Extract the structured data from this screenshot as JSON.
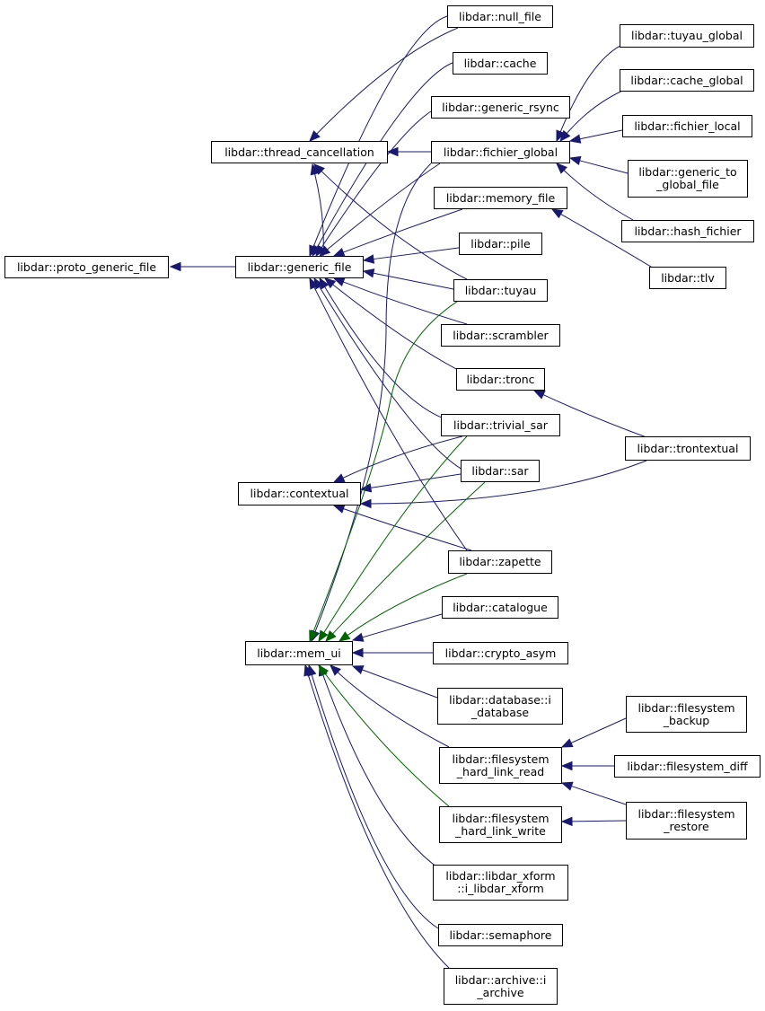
{
  "colors": {
    "inheritance_edge": "#191970",
    "usage_edge": "#006400",
    "node_border": "#000000",
    "background": "#ffffff"
  },
  "nodes": [
    {
      "id": "proto_generic_file",
      "lines": [
        "libdar::proto_generic_file"
      ]
    },
    {
      "id": "generic_file",
      "lines": [
        "libdar::generic_file"
      ]
    },
    {
      "id": "thread_cancellation",
      "lines": [
        "libdar::thread_cancellation"
      ]
    },
    {
      "id": "contextual",
      "lines": [
        "libdar::contextual"
      ]
    },
    {
      "id": "mem_ui",
      "lines": [
        "libdar::mem_ui"
      ]
    },
    {
      "id": "null_file",
      "lines": [
        "libdar::null_file"
      ]
    },
    {
      "id": "cache",
      "lines": [
        "libdar::cache"
      ]
    },
    {
      "id": "generic_rsync",
      "lines": [
        "libdar::generic_rsync"
      ]
    },
    {
      "id": "fichier_global",
      "lines": [
        "libdar::fichier_global"
      ]
    },
    {
      "id": "memory_file",
      "lines": [
        "libdar::memory_file"
      ]
    },
    {
      "id": "pile",
      "lines": [
        "libdar::pile"
      ]
    },
    {
      "id": "tuyau",
      "lines": [
        "libdar::tuyau"
      ]
    },
    {
      "id": "scrambler",
      "lines": [
        "libdar::scrambler"
      ]
    },
    {
      "id": "tronc",
      "lines": [
        "libdar::tronc"
      ]
    },
    {
      "id": "trivial_sar",
      "lines": [
        "libdar::trivial_sar"
      ]
    },
    {
      "id": "sar",
      "lines": [
        "libdar::sar"
      ]
    },
    {
      "id": "zapette",
      "lines": [
        "libdar::zapette"
      ]
    },
    {
      "id": "catalogue",
      "lines": [
        "libdar::catalogue"
      ]
    },
    {
      "id": "crypto_asym",
      "lines": [
        "libdar::crypto_asym"
      ]
    },
    {
      "id": "i_database",
      "lines": [
        "libdar::database::i",
        "_database"
      ]
    },
    {
      "id": "hard_link_read",
      "lines": [
        "libdar::filesystem",
        "_hard_link_read"
      ]
    },
    {
      "id": "hard_link_write",
      "lines": [
        "libdar::filesystem",
        "_hard_link_write"
      ]
    },
    {
      "id": "i_libdar_xform",
      "lines": [
        "libdar::libdar_xform",
        "::i_libdar_xform"
      ]
    },
    {
      "id": "semaphore",
      "lines": [
        "libdar::semaphore"
      ]
    },
    {
      "id": "i_archive",
      "lines": [
        "libdar::archive::i",
        "_archive"
      ]
    },
    {
      "id": "tuyau_global",
      "lines": [
        "libdar::tuyau_global"
      ]
    },
    {
      "id": "cache_global",
      "lines": [
        "libdar::cache_global"
      ]
    },
    {
      "id": "fichier_local",
      "lines": [
        "libdar::fichier_local"
      ]
    },
    {
      "id": "generic_to_global_file",
      "lines": [
        "libdar::generic_to",
        "_global_file"
      ]
    },
    {
      "id": "hash_fichier",
      "lines": [
        "libdar::hash_fichier"
      ]
    },
    {
      "id": "tlv",
      "lines": [
        "libdar::tlv"
      ]
    },
    {
      "id": "trontextual",
      "lines": [
        "libdar::trontextual"
      ]
    },
    {
      "id": "filesystem_backup",
      "lines": [
        "libdar::filesystem",
        "_backup"
      ]
    },
    {
      "id": "filesystem_diff",
      "lines": [
        "libdar::filesystem_diff"
      ]
    },
    {
      "id": "filesystem_restore",
      "lines": [
        "libdar::filesystem",
        "_restore"
      ]
    }
  ],
  "edges": [
    {
      "from": "generic_file",
      "to": "proto_generic_file",
      "kind": "inheritance"
    },
    {
      "from": "generic_file",
      "to": "thread_cancellation",
      "kind": "inheritance"
    },
    {
      "from": "null_file",
      "to": "generic_file",
      "kind": "inheritance"
    },
    {
      "from": "cache",
      "to": "generic_file",
      "kind": "inheritance"
    },
    {
      "from": "generic_rsync",
      "to": "generic_file",
      "kind": "inheritance"
    },
    {
      "from": "fichier_global",
      "to": "generic_file",
      "kind": "inheritance"
    },
    {
      "from": "memory_file",
      "to": "generic_file",
      "kind": "inheritance"
    },
    {
      "from": "pile",
      "to": "generic_file",
      "kind": "inheritance"
    },
    {
      "from": "tuyau",
      "to": "generic_file",
      "kind": "inheritance"
    },
    {
      "from": "scrambler",
      "to": "generic_file",
      "kind": "inheritance"
    },
    {
      "from": "tronc",
      "to": "generic_file",
      "kind": "inheritance"
    },
    {
      "from": "trivial_sar",
      "to": "generic_file",
      "kind": "inheritance"
    },
    {
      "from": "sar",
      "to": "generic_file",
      "kind": "inheritance"
    },
    {
      "from": "zapette",
      "to": "generic_file",
      "kind": "inheritance"
    },
    {
      "from": "null_file",
      "to": "thread_cancellation",
      "kind": "inheritance"
    },
    {
      "from": "fichier_global",
      "to": "thread_cancellation",
      "kind": "inheritance"
    },
    {
      "from": "tuyau",
      "to": "thread_cancellation",
      "kind": "inheritance"
    },
    {
      "from": "trivial_sar",
      "to": "contextual",
      "kind": "inheritance"
    },
    {
      "from": "sar",
      "to": "contextual",
      "kind": "inheritance"
    },
    {
      "from": "zapette",
      "to": "contextual",
      "kind": "inheritance"
    },
    {
      "from": "trontextual",
      "to": "contextual",
      "kind": "inheritance"
    },
    {
      "from": "trontextual",
      "to": "tronc",
      "kind": "inheritance"
    },
    {
      "from": "tuyau_global",
      "to": "fichier_global",
      "kind": "inheritance"
    },
    {
      "from": "cache_global",
      "to": "fichier_global",
      "kind": "inheritance"
    },
    {
      "from": "fichier_local",
      "to": "fichier_global",
      "kind": "inheritance"
    },
    {
      "from": "generic_to_global_file",
      "to": "fichier_global",
      "kind": "inheritance"
    },
    {
      "from": "hash_fichier",
      "to": "fichier_global",
      "kind": "inheritance"
    },
    {
      "from": "tlv",
      "to": "memory_file",
      "kind": "inheritance"
    },
    {
      "from": "fichier_global",
      "to": "mem_ui",
      "kind": "inheritance"
    },
    {
      "from": "catalogue",
      "to": "mem_ui",
      "kind": "inheritance"
    },
    {
      "from": "crypto_asym",
      "to": "mem_ui",
      "kind": "inheritance"
    },
    {
      "from": "i_database",
      "to": "mem_ui",
      "kind": "inheritance"
    },
    {
      "from": "hard_link_read",
      "to": "mem_ui",
      "kind": "inheritance"
    },
    {
      "from": "i_libdar_xform",
      "to": "mem_ui",
      "kind": "inheritance"
    },
    {
      "from": "semaphore",
      "to": "mem_ui",
      "kind": "inheritance"
    },
    {
      "from": "i_archive",
      "to": "mem_ui",
      "kind": "inheritance"
    },
    {
      "from": "tuyau",
      "to": "mem_ui",
      "kind": "usage"
    },
    {
      "from": "trivial_sar",
      "to": "mem_ui",
      "kind": "usage"
    },
    {
      "from": "sar",
      "to": "mem_ui",
      "kind": "usage"
    },
    {
      "from": "zapette",
      "to": "mem_ui",
      "kind": "usage"
    },
    {
      "from": "hard_link_write",
      "to": "mem_ui",
      "kind": "usage"
    },
    {
      "from": "filesystem_backup",
      "to": "hard_link_read",
      "kind": "inheritance"
    },
    {
      "from": "filesystem_diff",
      "to": "hard_link_read",
      "kind": "inheritance"
    },
    {
      "from": "filesystem_restore",
      "to": "hard_link_read",
      "kind": "inheritance"
    },
    {
      "from": "filesystem_restore",
      "to": "hard_link_write",
      "kind": "inheritance"
    }
  ]
}
